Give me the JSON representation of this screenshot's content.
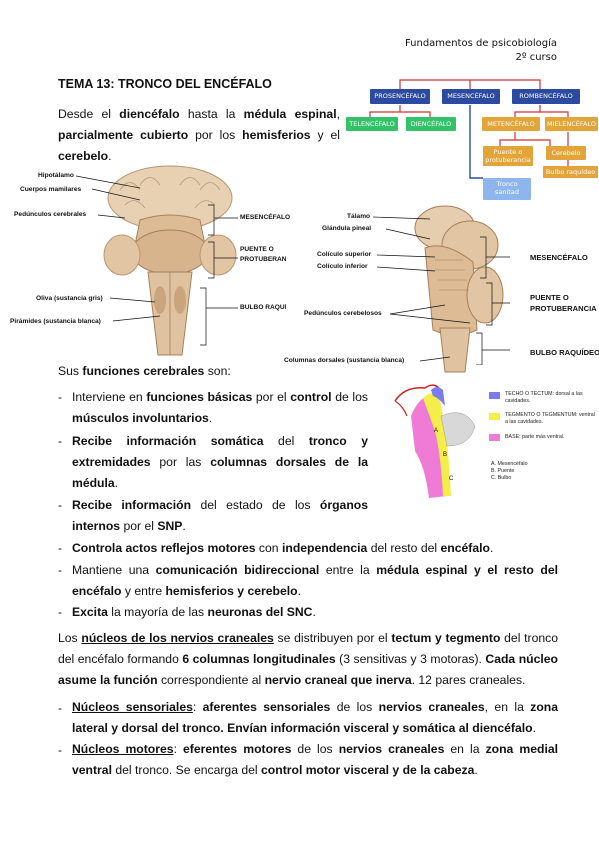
{
  "header": {
    "line1": "Fundamentos de psicobiología",
    "line2": "2º curso"
  },
  "title": "TEMA 13: TRONCO DEL ENCÉFALO",
  "intro": {
    "t1": "Desde el ",
    "b1": "diencéfalo",
    "t2": " hasta la ",
    "b2": "médula espinal",
    "t3": ", ",
    "b3": "parcialmente cubierto",
    "t4": " por los ",
    "b4": "hemisferios",
    "t5": " y el ",
    "b5": "cerebelo",
    "t6": "."
  },
  "flow": {
    "prosencefalo": "PROSENCÉFALO",
    "mesencefalo": "MESENCÉFALO",
    "rombencefalo": "ROMBENCÉFALO",
    "telencefalo": "TELENCÉFALO",
    "diencefalo": "DIENCÉFALO",
    "metencefalo": "METENCÉFALO",
    "mielencefalo": "MIELENCÉFALO",
    "puente_l1": "Puente o",
    "puente_l2": "protuberancia",
    "cerebelo": "Cerebelo",
    "bulbo": "Bulbo raquídeo",
    "tronco_l1": "Tronco",
    "tronco_l2": "sanitad"
  },
  "fig1": {
    "hipotalamo": "Hipotálamo",
    "cuerpos": "Cuerpos mamilares",
    "peduncul": "Pedúnculos cerebrales",
    "oliva": "Oliva (sustancia gris)",
    "piramides": "Pirámides (sustancia blanca)",
    "mes": "MESENCÉFALO",
    "puente1": "PUENTE O",
    "puente2": "PROTUBERANCIA",
    "bulbo": "BULBO RAQUÍDEO"
  },
  "fig2": {
    "talamo": "Tálamo",
    "glandula": "Glándula pineal",
    "colsup": "Colículo superior",
    "colinf": "Colículo inferior",
    "pedcereb": "Pedúnculos cerebelosos",
    "columnas": "Columnas dorsales (sustancia blanca)",
    "mes": "MESENCÉFALO",
    "puente1": "PUENTE O",
    "puente2": "PROTUBERANCIA",
    "bulbo": "BULBO RAQUÍDEO"
  },
  "legend": {
    "tectum1": "TECHO O TECTUM: dorsal a las",
    "tectum2": "cavidades.",
    "tegm1": "TEGMENTO O TEGMENTUM: ventral",
    "tegm2": "a las cavidades.",
    "base": "BASE: parte más ventral.",
    "a": "A. Mesencéfalo",
    "b": "B. Puente",
    "c": "C. Bulbo",
    "la": "A",
    "lb": "B",
    "lc": "C",
    "colors": {
      "tectum": "#7b7bf0",
      "tegmentum": "#f3ee4a",
      "base": "#f07bd6"
    }
  },
  "funciones": {
    "t1": "Sus ",
    "b1": "funciones cerebrales",
    "t2": " son:",
    "items": [
      {
        "a": "Interviene en ",
        "b": "funciones básicas",
        "c": " por el ",
        "d": "control",
        "e": " de los ",
        "f": "músculos involuntarios",
        "g": "."
      },
      {
        "a": "",
        "b": "Recibe información somática",
        "c": " del ",
        "d": "tronco y extremidades",
        "e": " por las ",
        "f": "columnas dorsales de la médula",
        "g": "."
      },
      {
        "a": "",
        "b": "Recibe información",
        "c": " del estado de los ",
        "d": "órganos internos",
        "e": " por el ",
        "f": "SNP",
        "g": "."
      },
      {
        "a": "",
        "b": "Controla actos reflejos motores",
        "c": " con ",
        "d": "independencia",
        "e": " del resto del ",
        "f": "encéfalo",
        "g": "."
      },
      {
        "a": "Mantiene una ",
        "b": "comunicación bidireccional",
        "c": " entre la ",
        "d": "médula espinal y el resto del encéfalo",
        "e": " y entre ",
        "f": "hemisferios y cerebelo",
        "g": "."
      },
      {
        "a": "",
        "b": "Excita",
        "c": " la mayoría de las ",
        "d": "neuronas del SNC",
        "e": "",
        "f": "",
        "g": "."
      }
    ]
  },
  "nucleos": {
    "t1": "Los ",
    "u1": "núcleos de los nervios craneales",
    "t2": " se distribuyen por el ",
    "b1": "tectum y tegmento",
    "t3": " del tronco del encéfalo formando ",
    "b2": "6 columnas longitudinales",
    "t4": " (3 sensitivas y 3 motoras). ",
    "b3": "Cada núcleo asume la función",
    "t5": " correspondiente al ",
    "b4": "nervio craneal que inerva",
    "t6": ". 12 pares craneales."
  },
  "sensoriales": {
    "u": "Núcleos sensoriales",
    "t1": ": ",
    "b1": "aferentes sensoriales",
    "t2": " de los ",
    "b2": "nervios craneales",
    "t3": ", en la ",
    "b3": "zona lateral y dorsal del tronco. Envían información visceral y somática al diencéfalo",
    "t4": "."
  },
  "motores": {
    "u": "Núcleos motores",
    "t1": ": ",
    "b1": "eferentes motores",
    "t2": " de los ",
    "b2": "nervios craneales",
    "t3": " en la ",
    "b3": "zona medial ventral",
    "t4": " del tronco. Se encarga del ",
    "b4": "control motor visceral y de la cabeza",
    "t5": "."
  }
}
